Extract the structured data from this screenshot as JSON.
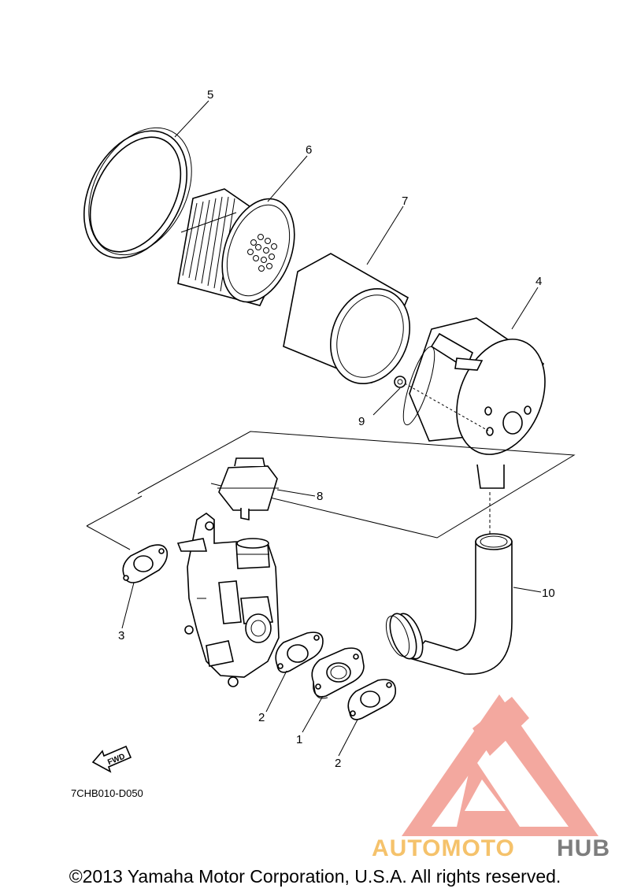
{
  "callouts": {
    "c1": "1",
    "c2a": "2",
    "c2b": "2",
    "c3": "3",
    "c4": "4",
    "c5": "5",
    "c6": "6",
    "c7": "7",
    "c8": "8",
    "c9": "9",
    "c10": "10"
  },
  "fwd_label": "FWD",
  "diagram_code": "7CHB010-D050",
  "watermark": {
    "part1": "AUTOMOTO",
    "part2": "HUB",
    "color_primary": "#f19a8f",
    "color_accent": "#f5c26b",
    "color_dark": "#7d7d7d"
  },
  "copyright": "©2013 Yamaha Motor Corporation, U.S.A. All rights reserved."
}
